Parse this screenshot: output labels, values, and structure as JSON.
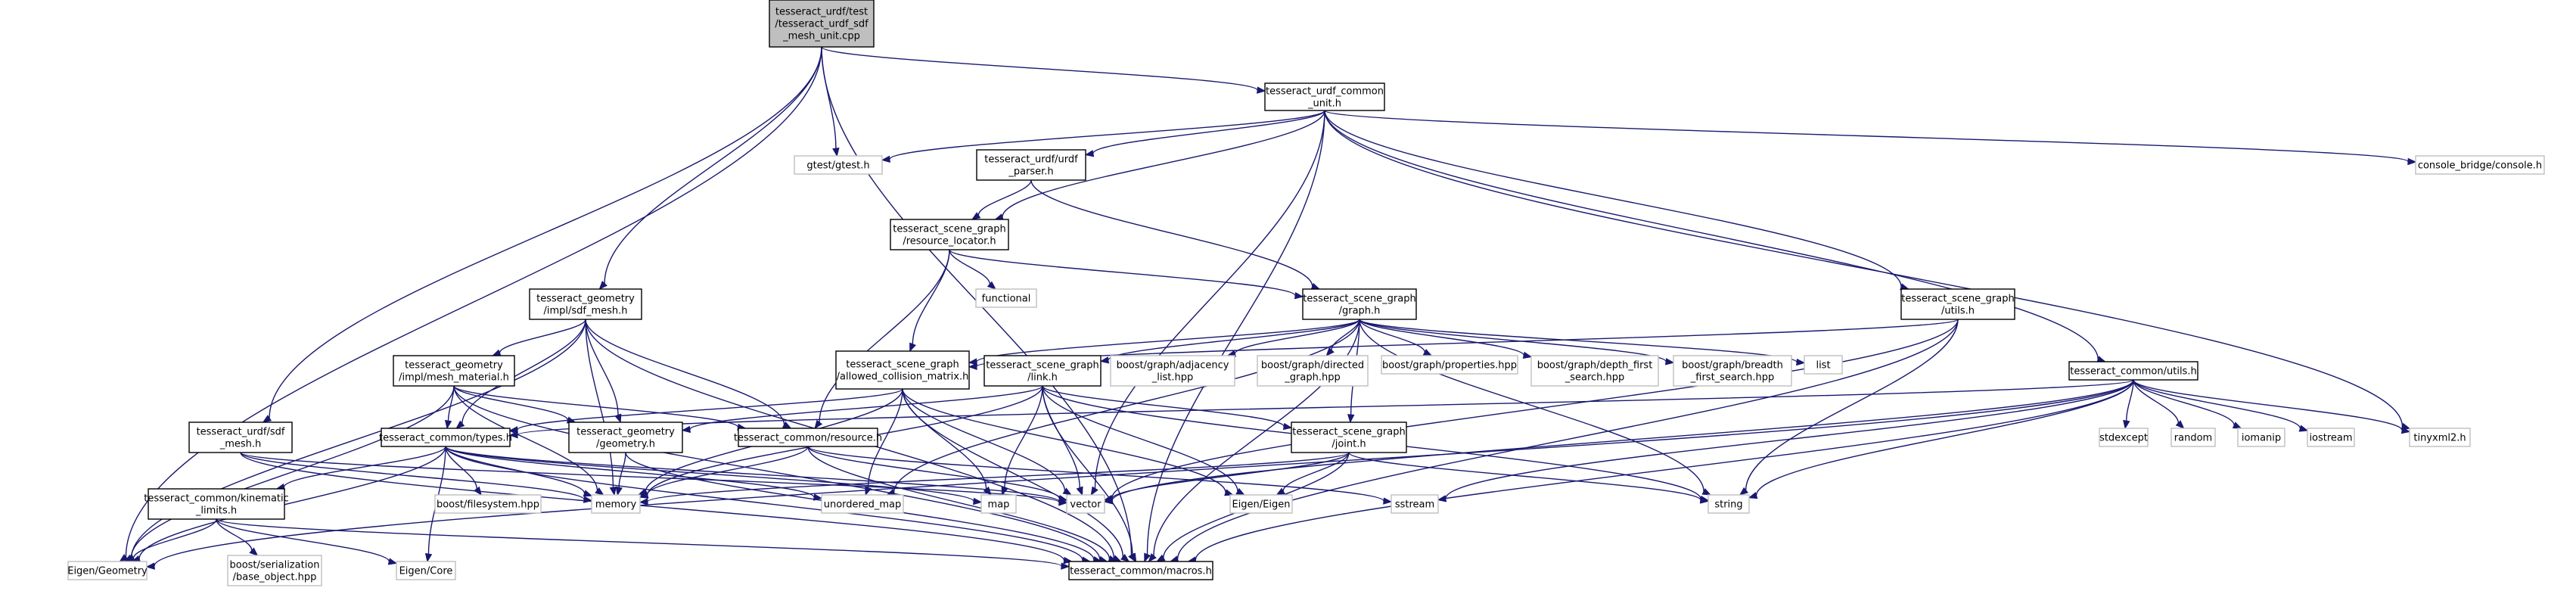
{
  "diagram": {
    "type": "include-dependency-graph",
    "colors": {
      "edge": "#191970",
      "root_fill": "#bfbfbf",
      "node_border": "#000000",
      "external_border": "#bfbfbf",
      "background": "#ffffff"
    },
    "nodes": [
      {
        "id": "root",
        "lines": [
          "tesseract_urdf/test",
          "/tesseract_urdf_sdf",
          "_mesh_unit.cpp"
        ],
        "kind": "root"
      },
      {
        "id": "urdf_common_unit",
        "lines": [
          "tesseract_urdf_common",
          "_unit.h"
        ],
        "kind": "local"
      },
      {
        "id": "gtest",
        "lines": [
          "gtest/gtest.h"
        ],
        "kind": "ext"
      },
      {
        "id": "console_bridge",
        "lines": [
          "console_bridge/console.h"
        ],
        "kind": "ext"
      },
      {
        "id": "urdf_parser",
        "lines": [
          "tesseract_urdf/urdf",
          "_parser.h"
        ],
        "kind": "local"
      },
      {
        "id": "resource_locator",
        "lines": [
          "tesseract_scene_graph",
          "/resource_locator.h"
        ],
        "kind": "local"
      },
      {
        "id": "functional",
        "lines": [
          "functional"
        ],
        "kind": "ext"
      },
      {
        "id": "geom_sdf_mesh",
        "lines": [
          "tesseract_geometry",
          "/impl/sdf_mesh.h"
        ],
        "kind": "local"
      },
      {
        "id": "sg_graph",
        "lines": [
          "tesseract_scene_graph",
          "/graph.h"
        ],
        "kind": "local"
      },
      {
        "id": "sg_utils",
        "lines": [
          "tesseract_scene_graph",
          "/utils.h"
        ],
        "kind": "local"
      },
      {
        "id": "mesh_material",
        "lines": [
          "tesseract_geometry",
          "/impl/mesh_material.h"
        ],
        "kind": "local"
      },
      {
        "id": "acm",
        "lines": [
          "tesseract_scene_graph",
          "/allowed_collision_matrix.h"
        ],
        "kind": "local"
      },
      {
        "id": "sg_link",
        "lines": [
          "tesseract_scene_graph",
          "/link.h"
        ],
        "kind": "local"
      },
      {
        "id": "adjacency",
        "lines": [
          "boost/graph/adjacency",
          "_list.hpp"
        ],
        "kind": "ext"
      },
      {
        "id": "directed",
        "lines": [
          "boost/graph/directed",
          "_graph.hpp"
        ],
        "kind": "ext"
      },
      {
        "id": "properties",
        "lines": [
          "boost/graph/properties.hpp"
        ],
        "kind": "ext"
      },
      {
        "id": "dfs",
        "lines": [
          "boost/graph/depth_first",
          "_search.hpp"
        ],
        "kind": "ext"
      },
      {
        "id": "bfs",
        "lines": [
          "boost/graph/breadth",
          "_first_search.hpp"
        ],
        "kind": "ext"
      },
      {
        "id": "list",
        "lines": [
          "list"
        ],
        "kind": "ext"
      },
      {
        "id": "common_utils",
        "lines": [
          "tesseract_common/utils.h"
        ],
        "kind": "local"
      },
      {
        "id": "urdf_sdf_mesh",
        "lines": [
          "tesseract_urdf/sdf",
          "_mesh.h"
        ],
        "kind": "local"
      },
      {
        "id": "common_types",
        "lines": [
          "tesseract_common/types.h"
        ],
        "kind": "local"
      },
      {
        "id": "geom_geometry",
        "lines": [
          "tesseract_geometry",
          "/geometry.h"
        ],
        "kind": "local"
      },
      {
        "id": "common_resource",
        "lines": [
          "tesseract_common/resource.h"
        ],
        "kind": "local"
      },
      {
        "id": "sg_joint",
        "lines": [
          "tesseract_scene_graph",
          "/joint.h"
        ],
        "kind": "local"
      },
      {
        "id": "stdexcept",
        "lines": [
          "stdexcept"
        ],
        "kind": "ext"
      },
      {
        "id": "random",
        "lines": [
          "random"
        ],
        "kind": "ext"
      },
      {
        "id": "iomanip",
        "lines": [
          "iomanip"
        ],
        "kind": "ext"
      },
      {
        "id": "iostream",
        "lines": [
          "iostream"
        ],
        "kind": "ext"
      },
      {
        "id": "tinyxml2",
        "lines": [
          "tinyxml2.h"
        ],
        "kind": "ext"
      },
      {
        "id": "kinematic_limits",
        "lines": [
          "tesseract_common/kinematic",
          "_limits.h"
        ],
        "kind": "local"
      },
      {
        "id": "boost_filesystem",
        "lines": [
          "boost/filesystem.hpp"
        ],
        "kind": "ext"
      },
      {
        "id": "memory",
        "lines": [
          "memory"
        ],
        "kind": "ext"
      },
      {
        "id": "unordered_map",
        "lines": [
          "unordered_map"
        ],
        "kind": "ext"
      },
      {
        "id": "map",
        "lines": [
          "map"
        ],
        "kind": "ext"
      },
      {
        "id": "vector",
        "lines": [
          "vector"
        ],
        "kind": "ext"
      },
      {
        "id": "eigen_eigen",
        "lines": [
          "Eigen/Eigen"
        ],
        "kind": "ext"
      },
      {
        "id": "sstream",
        "lines": [
          "sstream"
        ],
        "kind": "ext"
      },
      {
        "id": "string",
        "lines": [
          "string"
        ],
        "kind": "ext"
      },
      {
        "id": "eigen_geometry",
        "lines": [
          "Eigen/Geometry"
        ],
        "kind": "ext"
      },
      {
        "id": "boost_serialization",
        "lines": [
          "boost/serialization",
          "/base_object.hpp"
        ],
        "kind": "ext"
      },
      {
        "id": "eigen_core",
        "lines": [
          "Eigen/Core"
        ],
        "kind": "ext"
      },
      {
        "id": "common_macros",
        "lines": [
          "tesseract_common/macros.h"
        ],
        "kind": "local"
      }
    ],
    "edges": [
      [
        "root",
        "urdf_common_unit"
      ],
      [
        "root",
        "gtest"
      ],
      [
        "root",
        "geom_sdf_mesh"
      ],
      [
        "root",
        "urdf_sdf_mesh"
      ],
      [
        "root",
        "eigen_geometry"
      ],
      [
        "root",
        "common_macros"
      ],
      [
        "urdf_common_unit",
        "gtest"
      ],
      [
        "urdf_common_unit",
        "console_bridge"
      ],
      [
        "urdf_common_unit",
        "urdf_parser"
      ],
      [
        "urdf_common_unit",
        "resource_locator"
      ],
      [
        "urdf_common_unit",
        "sg_utils"
      ],
      [
        "urdf_common_unit",
        "common_utils"
      ],
      [
        "urdf_common_unit",
        "tinyxml2"
      ],
      [
        "urdf_common_unit",
        "vector"
      ],
      [
        "urdf_common_unit",
        "common_macros"
      ],
      [
        "urdf_parser",
        "resource_locator"
      ],
      [
        "urdf_parser",
        "sg_graph"
      ],
      [
        "resource_locator",
        "functional"
      ],
      [
        "resource_locator",
        "sg_graph"
      ],
      [
        "resource_locator",
        "acm"
      ],
      [
        "resource_locator",
        "common_resource"
      ],
      [
        "geom_sdf_mesh",
        "mesh_material"
      ],
      [
        "geom_sdf_mesh",
        "geom_geometry"
      ],
      [
        "geom_sdf_mesh",
        "common_types"
      ],
      [
        "geom_sdf_mesh",
        "common_resource"
      ],
      [
        "geom_sdf_mesh",
        "memory"
      ],
      [
        "geom_sdf_mesh",
        "eigen_geometry"
      ],
      [
        "geom_sdf_mesh",
        "common_macros"
      ],
      [
        "sg_graph",
        "acm"
      ],
      [
        "sg_graph",
        "sg_link"
      ],
      [
        "sg_graph",
        "adjacency"
      ],
      [
        "sg_graph",
        "directed"
      ],
      [
        "sg_graph",
        "properties"
      ],
      [
        "sg_graph",
        "dfs"
      ],
      [
        "sg_graph",
        "bfs"
      ],
      [
        "sg_graph",
        "list"
      ],
      [
        "sg_graph",
        "sg_joint"
      ],
      [
        "sg_graph",
        "string"
      ],
      [
        "sg_graph",
        "unordered_map"
      ],
      [
        "sg_graph",
        "common_macros"
      ],
      [
        "sg_utils",
        "acm"
      ],
      [
        "sg_utils",
        "string"
      ],
      [
        "sg_utils",
        "vector"
      ],
      [
        "sg_utils",
        "common_macros"
      ],
      [
        "mesh_material",
        "geom_geometry"
      ],
      [
        "mesh_material",
        "common_types"
      ],
      [
        "mesh_material",
        "common_resource"
      ],
      [
        "mesh_material",
        "memory"
      ],
      [
        "mesh_material",
        "eigen_geometry"
      ],
      [
        "mesh_material",
        "common_macros"
      ],
      [
        "acm",
        "common_types"
      ],
      [
        "acm",
        "memory"
      ],
      [
        "acm",
        "unordered_map"
      ],
      [
        "acm",
        "vector"
      ],
      [
        "acm",
        "map"
      ],
      [
        "acm",
        "eigen_eigen"
      ],
      [
        "acm",
        "common_macros"
      ],
      [
        "sg_link",
        "geom_geometry"
      ],
      [
        "sg_link",
        "sg_joint"
      ],
      [
        "sg_link",
        "memory"
      ],
      [
        "sg_link",
        "map"
      ],
      [
        "sg_link",
        "vector"
      ],
      [
        "sg_link",
        "eigen_eigen"
      ],
      [
        "sg_link",
        "string"
      ],
      [
        "sg_link",
        "common_macros"
      ],
      [
        "common_utils",
        "common_types"
      ],
      [
        "common_utils",
        "stdexcept"
      ],
      [
        "common_utils",
        "random"
      ],
      [
        "common_utils",
        "iomanip"
      ],
      [
        "common_utils",
        "iostream"
      ],
      [
        "common_utils",
        "tinyxml2"
      ],
      [
        "common_utils",
        "vector"
      ],
      [
        "common_utils",
        "sstream"
      ],
      [
        "common_utils",
        "string"
      ],
      [
        "common_utils",
        "eigen_geometry"
      ],
      [
        "common_utils",
        "common_macros"
      ],
      [
        "urdf_sdf_mesh",
        "memory"
      ],
      [
        "urdf_sdf_mesh",
        "vector"
      ],
      [
        "urdf_sdf_mesh",
        "common_macros"
      ],
      [
        "common_types",
        "kinematic_limits"
      ],
      [
        "common_types",
        "boost_filesystem"
      ],
      [
        "common_types",
        "memory"
      ],
      [
        "common_types",
        "unordered_map"
      ],
      [
        "common_types",
        "map"
      ],
      [
        "common_types",
        "vector"
      ],
      [
        "common_types",
        "eigen_geometry"
      ],
      [
        "common_types",
        "eigen_core"
      ],
      [
        "common_types",
        "common_macros"
      ],
      [
        "geom_geometry",
        "memory"
      ],
      [
        "geom_geometry",
        "common_macros"
      ],
      [
        "common_resource",
        "memory"
      ],
      [
        "common_resource",
        "vector"
      ],
      [
        "common_resource",
        "sstream"
      ],
      [
        "common_resource",
        "common_macros"
      ],
      [
        "sg_joint",
        "memory"
      ],
      [
        "sg_joint",
        "vector"
      ],
      [
        "sg_joint",
        "eigen_eigen"
      ],
      [
        "sg_joint",
        "string"
      ],
      [
        "sg_joint",
        "common_macros"
      ],
      [
        "kinematic_limits",
        "boost_serialization"
      ],
      [
        "kinematic_limits",
        "eigen_core"
      ],
      [
        "kinematic_limits",
        "eigen_geometry"
      ],
      [
        "kinematic_limits",
        "common_macros"
      ]
    ]
  }
}
